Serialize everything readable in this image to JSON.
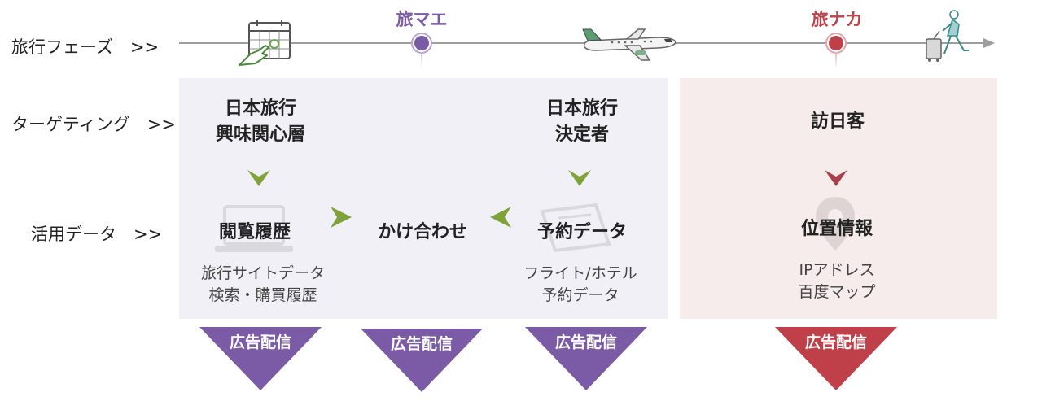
{
  "row_labels": {
    "phase": "旅行フェーズ　>>",
    "targeting": "ターゲティング　>>",
    "data": "活用データ　>>"
  },
  "phases": {
    "before": "旅マエ",
    "during": "旅ナカ"
  },
  "targeting": {
    "interest": [
      "日本旅行",
      "興味関心層"
    ],
    "decided": [
      "日本旅行",
      "決定者"
    ],
    "visitors": "訪日客"
  },
  "data_blocks": {
    "browsing": {
      "title": "閲覧履歴",
      "lines": [
        "旅行サイトデータ",
        "検索・購買履歴"
      ]
    },
    "combine": {
      "title": "かけ合わせ"
    },
    "booking": {
      "title": "予約データ",
      "lines": [
        "フライト/ホテル",
        "予約データ"
      ]
    },
    "location": {
      "title": "位置情報",
      "lines": [
        "IPアドレス",
        "百度マップ"
      ]
    }
  },
  "ad_labels": [
    "広告配信",
    "広告配信",
    "広告配信",
    "広告配信"
  ],
  "colors": {
    "purple": "#7b5ba6",
    "red": "#c0404a",
    "green": "#7fa23a",
    "panel_left": "#f1f0f6",
    "panel_right": "#f7ecec"
  },
  "icons": [
    "calendar-hand-icon",
    "airplane-icon",
    "traveler-with-suitcase-icon",
    "laptop-icon",
    "ticket-icon",
    "map-pin-icon"
  ]
}
